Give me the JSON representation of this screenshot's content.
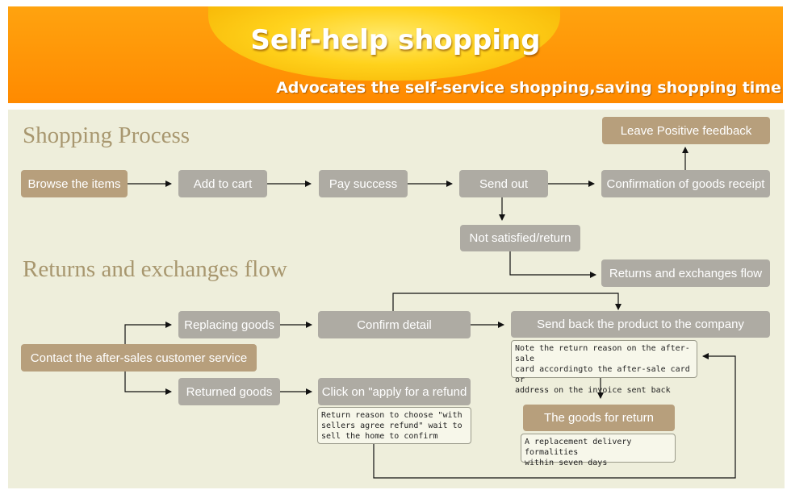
{
  "banner": {
    "title": "Self-help shopping",
    "subtitle": "Advocates the self-service shopping,saving shopping time"
  },
  "sections": {
    "shopping_process": "Shopping Process",
    "returns_flow": "Returns and exchanges flow"
  },
  "process": {
    "browse": "Browse the items",
    "add_cart": "Add to cart",
    "pay": "Pay success",
    "send_out": "Send out",
    "confirm_receipt": "Confirmation of goods receipt",
    "feedback": "Leave Positive feedback",
    "not_satisfied": "Not satisfied/return",
    "returns_flow_box": "Returns and exchanges flow"
  },
  "returns": {
    "contact": "Contact the after-sales customer service",
    "replacing": "Replacing goods",
    "returned": "Returned goods",
    "confirm_detail": "Confirm detail",
    "apply_refund": "Click on \"apply for a refund",
    "send_back": "Send back the product to the company",
    "goods_return": "The goods for return"
  },
  "notes": {
    "return_reason": "Return reason to choose \"with\nsellers agree refund\" wait to\nsell the home to confirm",
    "after_sale": "Note the return reason on the after-sale\ncard accordingto the after-sale card or\naddress on the invoice sent back",
    "replacement": "A replacement delivery formalities\nwithin seven days"
  },
  "colors": {
    "banner_orange": "#ff8a00",
    "panel_bg": "#eeeedb",
    "tan_box": "#b79f7c",
    "grey_box": "#aeaba3"
  }
}
